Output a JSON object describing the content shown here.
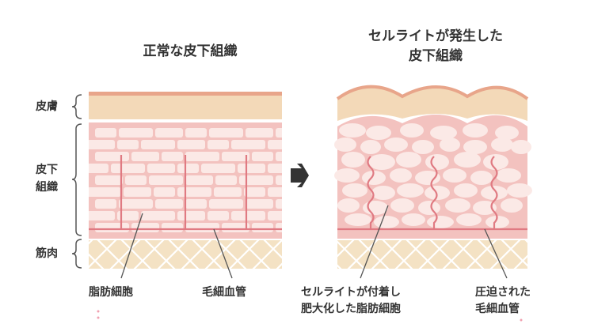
{
  "titles": {
    "normal": "正常な皮下組織",
    "cellulite_line1": "セルライトが発生した",
    "cellulite_line2": "皮下組織"
  },
  "layers": {
    "skin": "皮膚",
    "subcutaneous_line1": "皮下",
    "subcutaneous_line2": "組織",
    "muscle": "筋肉"
  },
  "captions": {
    "fat_cell": "脂肪細胞",
    "capillary": "毛細血管",
    "enlarged_fat_line1": "セルライトが付着し",
    "enlarged_fat_line2": "肥大化した脂肪細胞",
    "compressed_capillary_line1": "圧迫された",
    "compressed_capillary_line2": "毛細血管"
  },
  "colors": {
    "skin": "#f3d9b8",
    "skin_top": "#e8a58a",
    "tissue": "#f3c2bf",
    "fat_cell": "#fbe9e6",
    "vessel": "#e07a82",
    "muscle": "#f4e2c4",
    "muscle_lines": "#ffffff",
    "arrow": "#333333"
  }
}
